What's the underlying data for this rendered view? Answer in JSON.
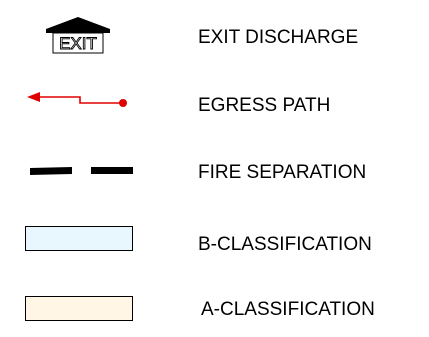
{
  "legend": {
    "items": [
      {
        "symbol": "exit-discharge-icon",
        "label": "EXIT DISCHARGE",
        "sign_text": "EXIT"
      },
      {
        "symbol": "egress-path-arrow-icon",
        "label": "EGRESS PATH",
        "color": "#e00000"
      },
      {
        "symbol": "fire-separation-dashed-line-icon",
        "label": "FIRE SEPARATION",
        "color": "#000000"
      },
      {
        "symbol": "b-classification-swatch",
        "label": "B-CLASSIFICATION",
        "color": "#e8f6fd"
      },
      {
        "symbol": "a-classification-swatch",
        "label": "A-CLASSIFICATION",
        "color": "#fff6e6"
      }
    ]
  }
}
